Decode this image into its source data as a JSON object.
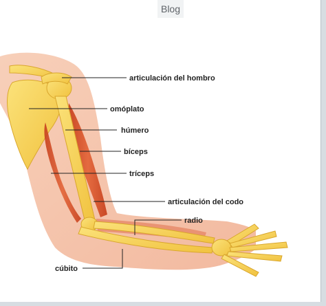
{
  "header": {
    "tab_label": "Blog"
  },
  "diagram": {
    "labels": {
      "shoulder_joint": "articulación del hombro",
      "scapula": "omóplato",
      "humerus": "húmero",
      "biceps": "bíceps",
      "triceps": "tríceps",
      "elbow_joint": "articulación del codo",
      "radius": "radio",
      "ulna": "cúbito"
    },
    "colors": {
      "skin": "#f3b79a",
      "bone": "#f8d35a",
      "muscle": "#d4502a",
      "leader_line": "#222222"
    }
  }
}
